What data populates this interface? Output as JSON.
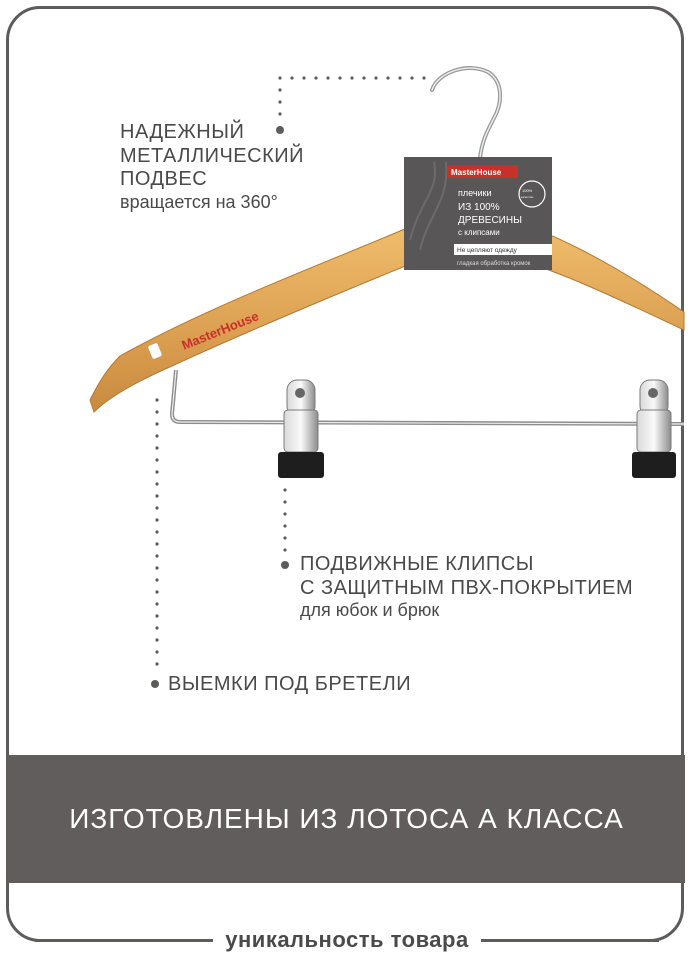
{
  "features": {
    "hook": {
      "title_lines": [
        "НАДЕЖНЫЙ",
        "МЕТАЛЛИЧЕСКИЙ",
        "ПОДВЕС"
      ],
      "subtitle": "вращается на 360°"
    },
    "clips": {
      "title_lines": [
        "ПОДВИЖНЫЕ КЛИПСЫ",
        "С ЗАЩИТНЫМ ПВХ-ПОКРЫТИЕМ"
      ],
      "subtitle": "для юбок и брюк"
    },
    "notches": {
      "title": "ВЫЕМКИ ПОД БРЕТЕЛИ"
    }
  },
  "product": {
    "brand": "MasterHouse",
    "tag": {
      "brand": "MasterHouse",
      "line1": "плечики",
      "line2": "ИЗ 100%",
      "line3": "ДРЕВЕСИНЫ",
      "line4": "с клипсами",
      "badge": "100% натуральное качество",
      "strip1": "Не цепляют одежду",
      "strip2": "гладкая обработка кромок"
    }
  },
  "banner": {
    "text": "ИЗГОТОВЛЕНЫ ИЗ ЛОТОСА А КЛАССА"
  },
  "footer": {
    "text": "уникальность товара"
  },
  "colors": {
    "dark_gray": "#605d5c",
    "text_gray": "#4a4a4a",
    "wood": "#e0a756",
    "brand_red": "#c8302a"
  }
}
